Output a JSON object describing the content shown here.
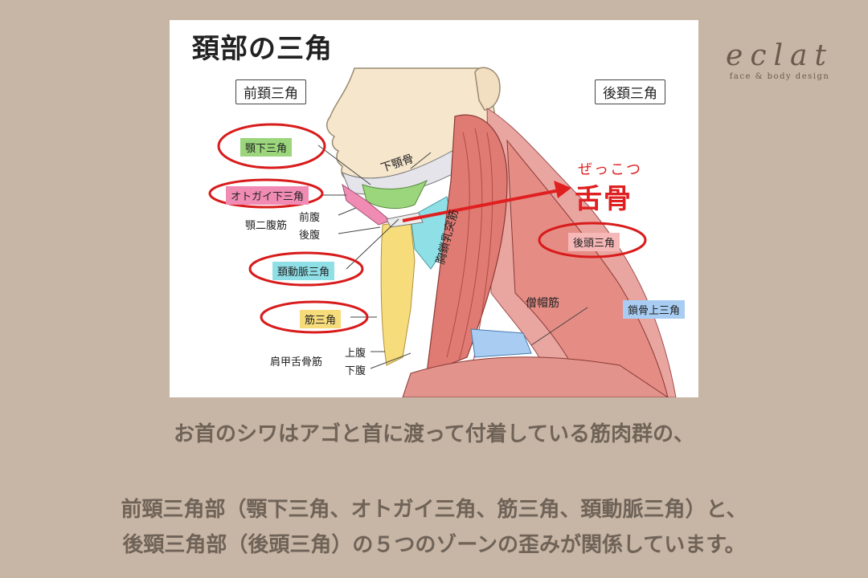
{
  "title": "頚部の三角",
  "regions": {
    "anterior": "前頚三角",
    "posterior": "後頚三角"
  },
  "labels": {
    "submandibular": "顎下三角",
    "submental": "オトガイ下三角",
    "digastric": "顎二腹筋",
    "anterior_belly": "前腹",
    "posterior_belly": "後腹",
    "carotid": "頚動脈三角",
    "muscular": "筋三角",
    "omohyoid": "肩甲舌骨筋",
    "superior_belly": "上腹",
    "inferior_belly": "下腹",
    "mandible": "下顎骨",
    "sternocleidomastoid": "胸鎖乳突筋",
    "occipital": "後頭三角",
    "trapezius": "僧帽筋",
    "supraclavicular": "鎖骨上三角"
  },
  "hyoid": {
    "kana": "ぜっこつ",
    "kanji": "舌骨"
  },
  "logo": {
    "word": "eclat",
    "tagline": "face & body design"
  },
  "caption": {
    "line1": "お首のシワはアゴと首に渡って付着している筋肉群の、",
    "line2": "前頸三角部（顎下三角、オトガイ三角、筋三角、頚動脈三角）と、",
    "line3": "後頸三角部（後頭三角）の５つのゾーンの歪みが関係しています。"
  },
  "colors": {
    "background": "#c7b5a5",
    "highlight_ring": "#d81b1b",
    "submandibular": "#9bd67c",
    "submental": "#f08cb4",
    "carotid": "#8fdfe6",
    "muscular": "#f7dc7c",
    "occipital": "#f6b7b7",
    "supraclavicular": "#a9cdf2"
  }
}
